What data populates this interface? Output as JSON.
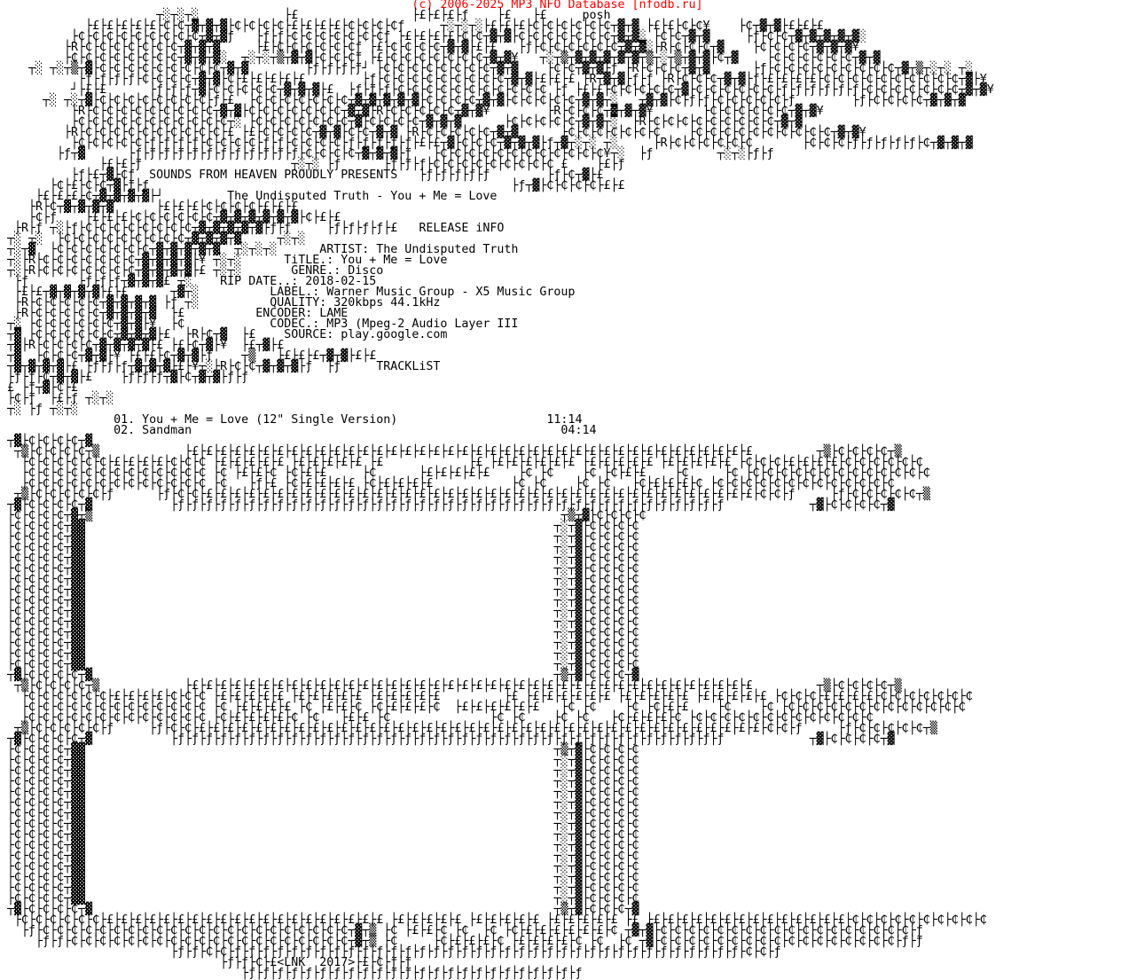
{
  "header": {
    "copyright": "(c) 2006-2025 MP3 NFO Database [nfodb.ru]",
    "copyright_color": "#ff0000",
    "group_tag": "posh"
  },
  "release": {
    "presenter": "SOUNDS FROM HEAVEN PROUDLY PRESENTS",
    "headline": "The Undisputed Truth - You + Me = Love",
    "section_info": "RELEASE iNFO",
    "fields": [
      {
        "label": "ARTIST:",
        "value": "The Undisputed Truth"
      },
      {
        "label": "TiTLE.:",
        "value": "You + Me = Love"
      },
      {
        "label": "GENRE.:",
        "value": "Disco"
      },
      {
        "label": "RIP DATE..:",
        "value": "2018-02-15"
      },
      {
        "label": "LABEL.:",
        "value": "Warner Music Group - X5 Music Group"
      },
      {
        "label": "QUALITY:",
        "value": "320kbps 44.1kHz"
      },
      {
        "label": "ENCODER:",
        "value": "LAME"
      },
      {
        "label": "CODEC.:",
        "value": "MP3 (Mpeg-2 Audio Layer III"
      },
      {
        "label": "SOURCE:",
        "value": "play.google.com"
      }
    ],
    "section_tracklist": "TRACKLiST",
    "tracks": [
      {
        "num": "01.",
        "title": "You + Me = Love (12\" Single Version)",
        "length": "11:14"
      },
      {
        "num": "02.",
        "title": "Sandman",
        "length": "04:14"
      }
    ],
    "footer_sig": "<LNK  2017>"
  },
  "art": {
    "lines": [
      "                                                          (c) 2006-2025 MP3 NFO Database [nfodb.ru]",
      "                      ┬░┬░┬░            ├£                ├£├£├£├ƒ    ├£   ├£     posh",
      "            ├£├£├£├£├£├₵├₵┬▓┬▓┬▓├₵├₵├₵├₵├£├£├£├£├₵├₵├₵├₵ƒ     ┬░┬░┬░├£├£├£├₵├₵├₵├₵├₵├₵┬▓┬▓ ├£├£├₵├₵¥    ├₵┬▓┬▓├£├£├£",
      "          ├₵├₵├₵├₵├₵├₵├₵├₵├₵┬▓┬▓ƒ   ├ƒ├ƒ├₵├₵├₵├₵├₵├₵├₵ƒ ├£├£├£├£├₵├₵┬▓┬▓├₵├₵├₵├₵├₵├₵├₵┬▓┬▓░ ├₵├₵┬▓┬▓     ├ƒ├₵├₵┬▓┬▓┬▓┬▓┬▓░",
      "         ├R├₵├₵├₵├₵├₵├₵├₵┬▓┬▓┬▓     ├£├₵├₵├₵├₵├₵├₵ƒ ├£├₵├₵├₵├₵┬▓┬▓├£├£   ├ƒ├₵├₵├₵├₵├₵├₵┬▓┬▓░├R├₵├₵├₵┬▓    ├₵├₵├₵├₵┬▓┬▓┬▓¥",
      "         ├₵├₵├₵├₵├₵├₵├₵├₵┬▓┬▓┬▓░  ┬░┬░┬▒┬▓┬▓├₵├₵├₵ƒ ├£├₵├₵├₵├₵├₵├₵├₵┬▓┬▓¥   ┬░┬▒┬▓┬▓┬▓┬▓┬▓┬▒┬░┬▒┬▓┬▓├₵┬▓    ├₵├₵├₵├₵├₵├₵┬▓┬▓",
      "    ┬░ ┬░┬▒┬▓├₵├₵├₵├₵├₵├₵├₵├₵├₵┬▓┬▓        ├ƒ├ƒ├ƒ├ƒ┘ ├₵├₵├₵├₵├₵├₵├₵├₵┬▓┬▓    ├₵├₵┬▓┬▓├ƒ ├R├₵├₵├₵┬▓┬▓      ├ƒ├₵├₵├₵├₵├₵├₵├₵├₵├₵┬▓┬▒┬░┬░ ┬░",
      "           ├ƒ├ƒ├ƒ├ƒ├₵├₵├₵├₵┬▓┬▓├₵├£├£├£├£├£        ├ƒ├₵├₵├₵├₵├₵├₵├₵├₵├₵┬▓┬▓├£├£├£ ├R┬▓┬▓├ƒ├ƒ ├R├₵├₵├₵┬▓┬▓├ƒ├£├£├£├£├₵├₵├₵├₵├₵├₵├₵├₵├₵├₵┬▓├¥",
      "          ┘├£├£      ├ƒ├ƒ├ƒ┬▓├₵├₵├₵├₵├₵┬▓┬▓┬▓├£  ├ƒ├ƒ├ƒ├₵├₵├₵├₵├₵├₵├₵├₵├₵├₵├₵ ├ƒ ├£├£├₵├₵├₵├₵├₵┬▓├₵├₵├₵├₵├₵├₵├ƒ├ƒ├ƒ├ƒ├ƒ├ƒ├₵├₵├₵├₵├₵├₵├₵┬▓┬▓¥",
      "      ┬░ ┬░┬▓├₵├₵├₵├₵├₵├₵├₵├₵├ƒ├£  ├₵├₵├₵├₵├₵├₵├₵┬▓┬▓┬▓┬▓┬▓├₵├₵├₵├₵┬▓┬▓├₵├₵├₵├₵├₵┬▓┬▓┬░   ┬▓┬▓├₵├ƒ├ƒ├₵├₵├₵├₵├₵├ƒ        ├ƒ├₵├₵├₵├₵┬▓┬▓┬▓",
      "          ├R├₵├₵├₵├₵├₵├₵├₵├₵├₵┬▓┬▓├₵├₵├₵├₵├₵├₵├₵┬▓┬▓├R├₵├₵├₵├₵├₵┬▓┬▓¥        ├R├₵├₵├₵┬▓┬▓┬▓¥       ├₵├₵├₵├₵├₵├₵┬▓┬▓¥",
      "          ├₵├₵├₵├₵├₵├₵├₵├₵├₵├₵├₵┬░ ├₵├₵├₵├₵├₵├₵├₵┬▓├₵├₵├₵├₵┬▓┬▓┬▓      ├₵├₵├₵├₵├₵┬▓┬▓┬░  ├R├₵├₵├₵├₵├₵├₵├₵├₵├₵┬▓┬▓",
      "         ├R├₵├₵├₵├₵├₵├₵├₵├₵├₵├₵├£ ├£├₵├₵├₵├₵┬▓┬▓├₵├₵┬▓┬▓ ├R├₵├₵├₵├₵├₵┬▓┬▓      ├₵├₵├₵├₵├₵├₵├₵    ├₵├₵├₵├₵├₵├₵├₵├₵├₵├₵┬▓┬▓¥",
      "          ├₵├₵├₵├₵├₵├ƒ├ƒ├ƒ├ƒ├₵├₵├₵├₵├ƒ├ƒ├₵├₵├₵├₵├ƒ├ƒ├ƒ├ƒ├ƒ├£├£┬▓├₵├₵├₵┬▓┬▓┬▓├ƒ┬▓┬░┬░ ┬░     ├R├₵├₵├₵├₵├₵├₵       ├₵├₵├₵├ƒ├ƒ├ƒ├ƒ├ƒ├₵┬▓┬▓┬▓",
      "        ├ƒ┬▓      ├ƒ├ƒ├ƒ├ƒ├ƒ├ƒ├ƒ├ƒ├ƒ├ƒ├ƒ├ƒ├₵├₵├₵├₵┬▓┬▓┬▓├ƒ   ├₵├₵├₵├₵├₵├₵├₵├₵├₵├₵├₵├₵¥┬░  ├ƒ         ┬░┬░├ƒ├ƒ",
      "              ├£├£├ƒ                     ┬░┬░ ├ƒ      ├ƒ├ƒ├ƒ├₵├₵├₵├₵├₵├₵├₵├₵├₵ £    ├£├ƒ",
      "          ├ƒ├£┬▓├₵ƒ  SOUNDS FROM HEAVEN PROUDLY PRESENTS   ├ƒ├ƒ├ƒ├ƒ├ƒ        ├ƒ├₵┬▓├£",
      "       ├₵├£├₵├₵┬▓├ƒ├ƒ                                                   ├ƒ┬▓├₵├₵├₵├₵├£├£",
      "     ├£├£├£├₵┬▓┬▓┬▓┬▓├┘         The Undisputed Truth - You + Me = Love",
      "    ├R├₵┬▓┬▓┬▓┬▓      ├£├£├£├₵├₵├₵├₵├£├£├£",
      "    ├₵├ƒ    ├£├£├£├₵├₵├₵├₵├₵├₵┬▓┬▓┬▓┬▓┬▓┬▓├₵├£├£",
      "  ├R├ƒ ┬░├ƒ├₵├₵├₵├₵├₵├₵├₵├₵┬▓┬▓┬▓┬▓┬▓├ƒ├ƒ     ├ƒ├ƒ├ƒ├ƒ├£   RELEASE iNFO",
      " ┬░ ┬░  ├₵├₵├₵├₵├₵├₵├₵├₵├₵┬▓┬▓┬▓┬▓     ┬░┬░",
      " ┬░┬▓  ├₵├₵├₵├₵├₵├₵├₵┬▓┬▓┬▓┬▓┬▓  ┬░┬░┬░      ARTIST: The Undisputed Truth",
      " ┬░├R├₵├₵├₵├₵├₵├₵├₵┬▓┬▓┬▓┬▓├¥ ┬░┬░      TiTLE.: You + Me = Love",
      " ┬░├R├₵├₵├₵├₵├₵├₵├₵┬▓┬▓┬▓┬▓├£ ┬░┬░       GENRE.: Disco",
      "  ├ƒ       ├ƒ├ƒ├ƒ┬▓┬▓┬▓£ ┬░    RIP DATE..: 2018-02-15",
      "  ├£├£┬▓┬▓┬▓┬▓├£├£      ┬▓┬░          LABEL.: Warner Music Group - X5 Music Group",
      "  ├R├₵├₵├₵├₵├₵┬▓┬▓┬▓┬▓ ├ƒ ┬░          QUALITY: 320kbps 44.1kHz",
      "  ├R├₵├₵├₵├₵├₵┬▓┬▓┬▓┬▓  ├£          ENCODER: LAME",
      " ┬░ ├₵├₵├₵├₵├₵├₵┬▓┬▓├¥  ├₵            CODEC.: MP3 (Mpeg-2 Audio Layer III",
      " ┬▓ ├₵├₵├₵├₵├₵├₵┬▓┬▓┬▓├£  ├R├₵┬▓  ├£    SOURCE: play.google.com",
      " ┬▓├R├₵├₵├₵├₵┬▓┬▓┬▓┬▓├£ ├£├₵┬▓├¥  ├£┬▓├£",
      " ┬▓  ├₵├₵├₵┬▓┬▓├¥ ├£├£├₵┬▓┬▓├ƒ    ┬▒   ├£├£├£┬▓┬▓├£├£",
      " ┬▓┬▓┬▓┬▓├£ ├ƒ├ƒ├ƒ┬▓┬▓┬▓├£├¥┬░├R├₵├₵┬▓┬▓┬▓├ƒ  ├ƒ     TRACKLiST",
      " ├ƒ├ƒ├₵┬▓┬▓├£    ├ƒ├ƒ├ƒ┬▓├₵┬▓┬▓├ƒ├ƒ",
      " £ ├ƒ┬▓├₵├£",
      " ├₵├ƒ  ├£├ƒ ┬░┬░",
      " ┬░ ├ƒ ┬░┬░",
      "                01. You + Me = Love (12\" Single Version)                     11:14",
      "                02. Sandman                                                    04:14",
      " ┬▓├₵├₵├₵├₵┬▓",
      "  ┬▒├₵├₵├₵├₵┬▒            ├£├£├£├£├£├£├£├£├£├£├£├£├£├£├£├£├£├£├£├£├£├£├£├£├£├£├£├£├£├£├£├£├£├£├£├£├£├£├£├£         ┬▒├₵├₵├₵├₵┬▒",
      "   ├₵├₵├₵├₵├₵├₵├£├£├£├£├₵├₵├₵ ├£├£├£├£├£ ├£├£├£├£├£ ├£            ├£ ├£├£├£├£├£├£ ├£├£├£├£├£ ├£├£├£├£├£ ├₵├₵├₵├£├£├£├£├₵├₵├₵├₵├₵├₵",
      "   ├₵├₵├₵├₵├₵├₵├₵├₵├₵├₵├₵├₵├₵ ├₵ ├£├£├₵ ├₵├£├£     ├₵      ├£├£├£├£├£    ├₵ ├₵    ├₵ ├₵├£├£    ├₵     ├₵ ├₵├₵├₵├₵├₵├₵├₵├₵├₵├₵├₵├₵├₵",
      "   ├₵├₵├₵├₵├₵├₵├₵├₵├₵├₵├₵├₵├₵ ├₵   ├ƒ├£ ├₵├£├£├£├£ ├₵├£├£├£├£           ├₵ ├₵    ├₵ ├₵   ├₵├£├£├£├₵ ├₵├₵├₵├₵├₵├₵├₵├₵├₵├₵├₵├₵├₵",
      "  ┬▒├₵├₵├₵├₵├₵├ƒ      ├ƒ├₵├₵├£├£├£├£├£├£├£├£├£├£├£├£├£├£├£├£├£├£├£├£├£├£├£├£├£├£├£├£├£├£├£├£├£├£├£├£├£├£├£├₵├₵├ƒ     ├ƒ├₵├₵├₵├₵├₵┬▒",
      " ┬▓├₵├₵├₵├₵┬▓           ├ƒ├ƒ├ƒ├ƒ├ƒ├ƒ├ƒ├ƒ├ƒ├ƒ├ƒ├ƒ├ƒ├ƒ├ƒ├ƒ├ƒ├ƒ├ƒ├ƒ├ƒ├ƒ├ƒ├ƒ├ƒ├ƒ├ƒ├ƒ├ƒ├ƒ├ƒ├ƒ├ƒ├ƒ├ƒ├ƒ├ƒ├ƒ├ƒ            ┬▓├₵├₵├₵├₵┬▓",
      " ├₵├₵├₵├₵┬▓┬▒                                                                  ┬▒┬▓├₵├₵├₵├₵",
      " ├₵├₵├₵├₵┬▓▓                                                                  ┬░┬▓├₵├₵├₵├₵",
      " ├₵├₵├₵├₵┬▓▓                                                                  ┬░┬▓├₵├₵├₵├₵",
      " ├₵├₵├₵├₵┬▓▓                                                                  ┬░┬▓├₵├₵├₵├₵",
      " ├₵├₵├₵├₵┬▓▓                                                                  ┬░┬▓├₵├₵├₵├₵",
      " ├₵├₵├₵├₵┬▓▓                                                                  ┬░┬▓├₵├₵├₵├₵",
      " ├₵├₵├₵├₵┬▓▓                                                                  ┬░┬▓├₵├₵├₵├₵",
      " ├₵├₵├₵├₵┬▓▓                                                                  ┬░┬▓├₵├₵├₵├₵",
      " ├₵├₵├₵├₵┬▓▓                                                                  ┬░┬▓├₵├₵├₵├₵",
      " ├₵├₵├₵├₵┬▓▓                                                                  ┬░┬▓├₵├₵├₵├₵",
      " ├₵├₵├₵├₵┬▓▓                                                                  ┬░┬▓├₵├₵├₵├₵",
      " ├₵├₵├₵├₵┬▓▓                                                                  ┬░┬▓├₵├₵├₵├₵",
      " ├₵├₵├₵├₵┬▓▓                                                                  ┬░┬▓├₵├₵├₵├₵",
      " ├₵├₵├₵├₵┬▓▓                                                                  ┬░┬▓├₵├₵├₵├₵",
      " ├₵├₵├₵├₵┬▓▓                                                                  ┬░┬▓├₵├₵├₵├₵",
      " ┬▓├₵├₵├₵├₵┬▓                                                                 ┬▒┬▓├₵├₵├₵┬▓",
      "  ┬▒├₵├₵├₵├₵┬▒            ├£├£├£├£├£├£├£├£├£├£├£├£├£├£├£├£├£├£├£├£├£├£├£├£├£├£├£├£├£├£├£├£├£├£├£├£├£├£├£├£         ┬▒├₵├₵├₵├₵┬▒",
      "   ├₵├₵├₵├₵├₵├₵├£├£├£├£├₵├₵├₵ ├£├£├£├£├£ ├£├£├£├£├£ ├£├£├£├£├£         ├£ ├£├£├£├£├£├£ ├£├£├£├£├£ ├£├£├£├£├£ ├₵├₵├₵├£├£├£├£├₵├₵├₵├₵├₵├₵├₵",
      "   ├₵├₵├₵├₵├₵├₵├₵├₵├₵├₵├₵├₵├₵ ├₵ ├£├£├£├£ ├₵ ├£├£├₵ ├₵├£├£├£├₵  ├£├£├£├£├£├£   ├₵ ├₵    ├₵ ├₵├£├£    ├₵    ├₵ ├₵├₵├₵├₵├₵├₵├₵├₵├₵├₵├₵├₵├₵",
      "   ├₵├₵├₵├₵├₵├₵├₵├₵├₵├₵├₵├₵├₵ ├₵├£├£├£├£├₵ ├₵   ├£├£ ├₵              ├₵ ├₵    ├₵ ├₵   ├₵├£├£├£├₵ ├₵├₵├₵├₵├₵├₵├₵├₵├₵├₵├₵├₵├₵",
      "  ┬▒├₵├₵├₵├₵├₵├ƒ     ├ƒ├₵├₵├£├£├£├£├£├£├£├£├£├£├£├£├£├£├£├£├£├£├£├£├£├£├£├£├£├£├£├£├£├£├£├£├£├£├£├£├£├£├£├£├₵├₵├ƒ     ├ƒ├₵├₵├₵├₵├₵┬▒",
      " ┬▓├₵├₵├₵├₵┬▓           ├ƒ├ƒ├ƒ├ƒ├ƒ├ƒ├ƒ├ƒ├ƒ├ƒ├ƒ├ƒ├ƒ├ƒ├ƒ├ƒ├ƒ├ƒ├ƒ├ƒ├ƒ├ƒ├ƒ├ƒ├ƒ├ƒ├ƒ├ƒ├ƒ├ƒ├ƒ├ƒ├ƒ├ƒ├ƒ├ƒ├ƒ├ƒ├ƒ            ┬▓├₵├₵├₵├₵┬▓",
      " ├₵├₵├₵├₵┬▓▓                                                                  ┬▒┬▓├₵├₵├₵├₵",
      " ├₵├₵├₵├₵┬▓▓                                                                  ┬░┬▓├₵├₵├₵├₵",
      " ├₵├₵├₵├₵┬▓▓                                                                  ┬░┬▓├₵├₵├₵├₵",
      " ├₵├₵├₵├₵┬▓▓                                                                  ┬░┬▓├₵├₵├₵├₵",
      " ├₵├₵├₵├₵┬▓▓                                                                  ┬░┬▓├₵├₵├₵├₵",
      " ├₵├₵├₵├₵┬▓▓                                                                  ┬░┬▓├₵├₵├₵├₵",
      " ├₵├₵├₵├₵┬▓▓                                                                  ┬░┬▓├₵├₵├₵├₵",
      " ├₵├₵├₵├₵┬▓▓                                                                  ┬░┬▓├₵├₵├₵├₵",
      " ├₵├₵├₵├₵┬▓▓                                                                  ┬░┬▓├₵├₵├₵├₵",
      " ├₵├₵├₵├₵┬▓▓                                                                  ┬░┬▓├₵├₵├₵├₵",
      " ├₵├₵├₵├₵┬▓▓                                                                  ┬░┬▓├₵├₵├₵├₵",
      " ├₵├₵├₵├₵┬▓▓                                                                  ┬░┬▓├₵├₵├₵├₵",
      " ├₵├₵├₵├₵┬▓▓                                                                  ┬░┬▓├₵├₵├₵├₵",
      " ├₵├₵├₵├₵┬▓▓                                                                  ┬░┬▓├₵├₵├₵├₵",
      " ├₵├₵├₵├₵┬▓▓                                                                  ┬░┬▓├₵├₵├₵├₵",
      " ┬▓├₵├₵├₵├₵┬▓                                                                 ┬▒┬▓├₵├₵├₵┬▓",
      "  ├₵├₵├₵├₵├₵├₵├£├£├£├£├£├£├£├£├£├£├£├£├£├£├£├£├£├£├£├£ ├£├£├£├£├£ ├£├£├£├£├£ ├£├£├£├£├£ ├£ ├£├£├£├£├£├£├£├£├£├£├£├£├£├£├₵├₵├₵├₵├₵├₵├₵├₵├₵├₵",
      "   ├ƒ├₵├₵├₵├₵├₵├₵├₵├₵├₵├₵├₵├₵├₵├₵├₵├₵├₵├₵├₵├₵├₵├₵┬▓┬▒ ├₵ ├£├£├₵ ├₵  ├₵ ├₵├£├£├£├£├£├£├₵ ┬▓┬▓├₵├₵├₵├₵├₵├₵├₵├₵├₵├₵├₵├₵├₵├₵├₵├₵├₵├₵├ƒ",
      "     ├ƒ├ƒ├₵├₵├₵├₵├₵├₵├₵├₵├₵├₵├₵├₵├₵├₵├₵├₵├₵├₵├₵├₵┬▓┬▒ ├₵     ├₵├£├£├£├₵ ├£├£├£├£├₵ ├₵  ├₵ ┬▓├₵├₵├₵├₵├₵├₵├₵├₵├₵├₵├₵├₵├₵├₵├₵├₵├₵├ƒ├ƒ",
      "                        ├ƒ├ƒ├₵├₵├ƒ├ƒ├ƒ├ƒ├ƒ├ƒ├ƒ├ƒ├ƒ├ƒ├ƒ├ƒ├ƒ├ƒ├ƒ├ƒ├ƒ├ƒ├ƒ├ƒ├ƒ├ƒ├ƒ├ƒ├ƒ├ƒ├ƒ├ƒ├ƒ├ƒ├ƒ├ƒ├ƒ├ƒ├ƒ├ƒ├₵├₵├ƒ",
      "                               ├ƒ├ƒ├₵├£<LNK  2017>├£├₵├ƒ├ƒ",
      "                                  ├ƒ├ƒ├ƒ├ƒ├ƒ├ƒ├ƒ├ƒ├ƒ├ƒ├ƒ├ƒ├ƒ├ƒ├ƒ├ƒ├ƒ├ƒ├ƒ├ƒ├ƒ├ƒ├ƒ├ƒ"
    ]
  }
}
